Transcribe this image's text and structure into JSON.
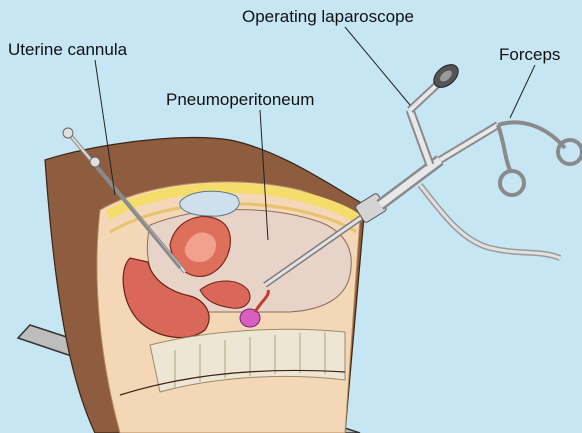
{
  "labels": {
    "operating_laparoscope": "Operating laparoscope",
    "uterine_cannula": "Uterine cannula",
    "pneumoperitoneum": "Pneumoperitoneum",
    "forceps": "Forceps"
  },
  "colors": {
    "background": "#c6e6f4",
    "skin": "#8a5a3e",
    "tissue": "#f1c7a3",
    "uterus": "#dd6e5c",
    "organ_red": "#d9534a",
    "fat_yellow": "#f7e27a",
    "cavity": "#e6d2c6",
    "bone": "#e8e0d0",
    "table": "#b8b8b8",
    "instrument": "#c9c9c9",
    "ovary": "#d65fc0"
  }
}
